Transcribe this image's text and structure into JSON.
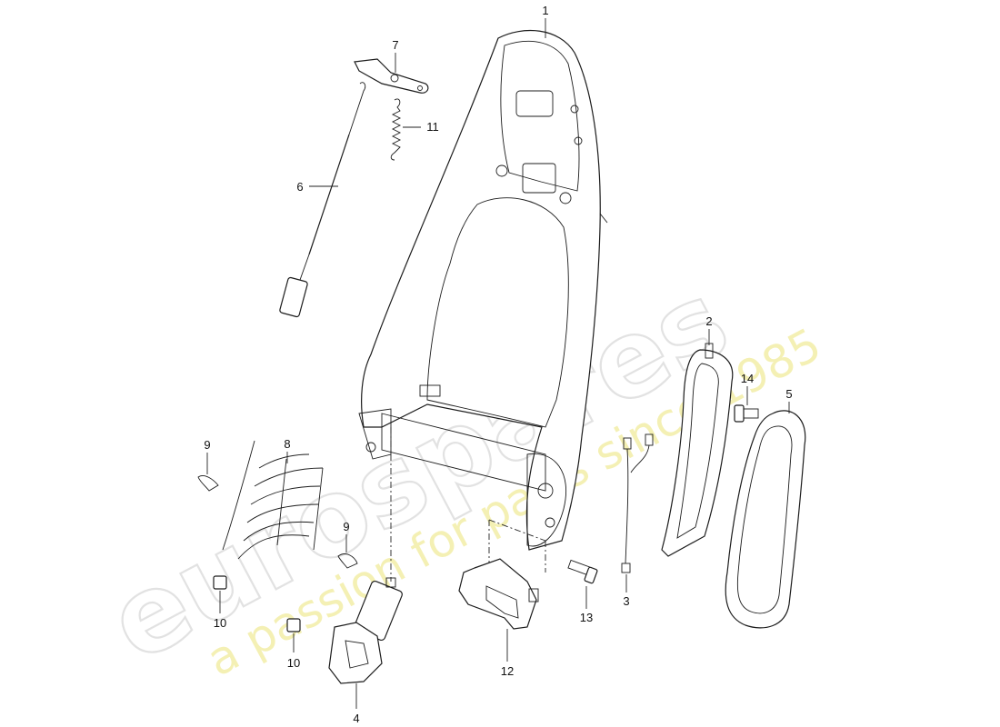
{
  "watermark": {
    "brand": "eurospares",
    "tagline": "a passion for parts since 1985",
    "color_outline": "#e2e2e2",
    "color_tagline": "#f4f0b4"
  },
  "callouts": [
    {
      "id": "c1",
      "label": "1"
    },
    {
      "id": "c2",
      "label": "2"
    },
    {
      "id": "c3",
      "label": "3"
    },
    {
      "id": "c4",
      "label": "4"
    },
    {
      "id": "c5",
      "label": "5"
    },
    {
      "id": "c6",
      "label": "6"
    },
    {
      "id": "c7",
      "label": "7"
    },
    {
      "id": "c8",
      "label": "8"
    },
    {
      "id": "c9a",
      "label": "9"
    },
    {
      "id": "c9b",
      "label": "9"
    },
    {
      "id": "c10a",
      "label": "10"
    },
    {
      "id": "c10b",
      "label": "10"
    },
    {
      "id": "c11",
      "label": "11"
    },
    {
      "id": "c12",
      "label": "12"
    },
    {
      "id": "c13",
      "label": "13"
    },
    {
      "id": "c14",
      "label": "14"
    }
  ]
}
